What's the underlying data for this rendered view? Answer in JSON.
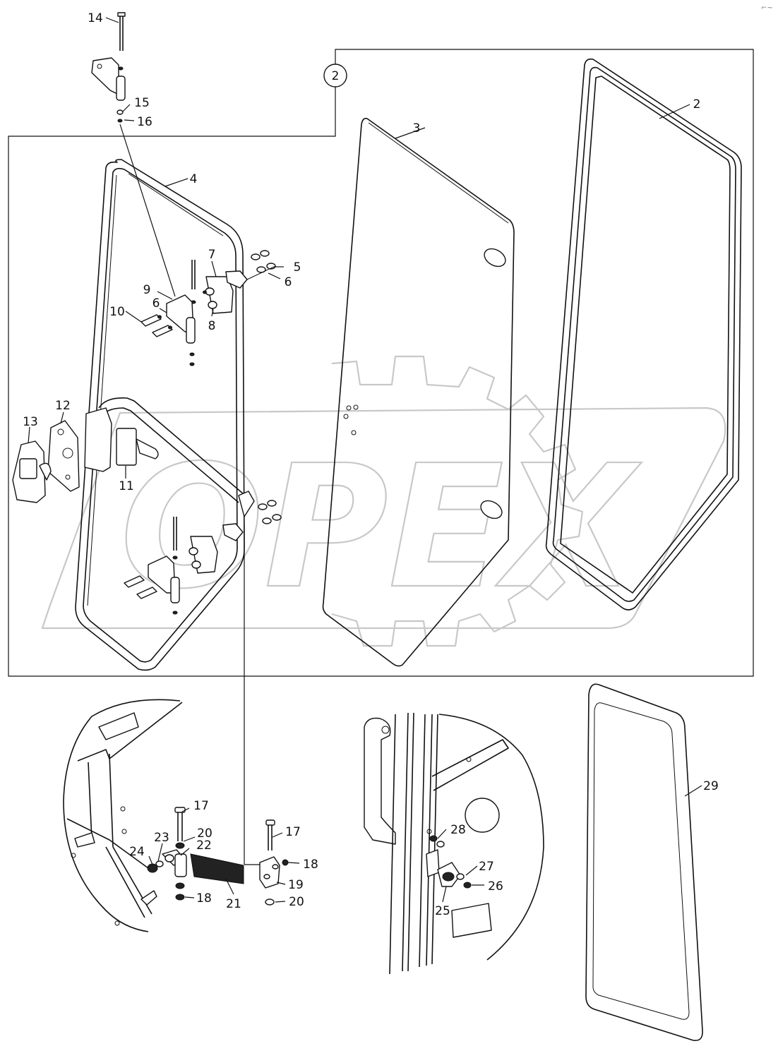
{
  "diagram": {
    "group_ref": "2",
    "watermark_text": "OPEX",
    "top_right_mark": "⌐~",
    "callouts": [
      {
        "id": "c14",
        "text": "14"
      },
      {
        "id": "c15",
        "text": "15"
      },
      {
        "id": "c16",
        "text": "16"
      },
      {
        "id": "c4",
        "text": "4"
      },
      {
        "id": "c3",
        "text": "3"
      },
      {
        "id": "c2",
        "text": "2"
      },
      {
        "id": "c7",
        "text": "7"
      },
      {
        "id": "c5",
        "text": "5"
      },
      {
        "id": "c6a",
        "text": "6"
      },
      {
        "id": "c9",
        "text": "9"
      },
      {
        "id": "c6b",
        "text": "6"
      },
      {
        "id": "c10",
        "text": "10"
      },
      {
        "id": "c8",
        "text": "8"
      },
      {
        "id": "c12",
        "text": "12"
      },
      {
        "id": "c13",
        "text": "13"
      },
      {
        "id": "c11",
        "text": "11"
      },
      {
        "id": "c17a",
        "text": "17"
      },
      {
        "id": "c20a",
        "text": "20"
      },
      {
        "id": "c23",
        "text": "23"
      },
      {
        "id": "c22",
        "text": "22"
      },
      {
        "id": "c24",
        "text": "24"
      },
      {
        "id": "c18a",
        "text": "18"
      },
      {
        "id": "c21",
        "text": "21"
      },
      {
        "id": "c17b",
        "text": "17"
      },
      {
        "id": "c18b",
        "text": "18"
      },
      {
        "id": "c19",
        "text": "19"
      },
      {
        "id": "c20b",
        "text": "20"
      },
      {
        "id": "c28",
        "text": "28"
      },
      {
        "id": "c27",
        "text": "27"
      },
      {
        "id": "c26",
        "text": "26"
      },
      {
        "id": "c25",
        "text": "25"
      },
      {
        "id": "c29",
        "text": "29"
      }
    ]
  }
}
